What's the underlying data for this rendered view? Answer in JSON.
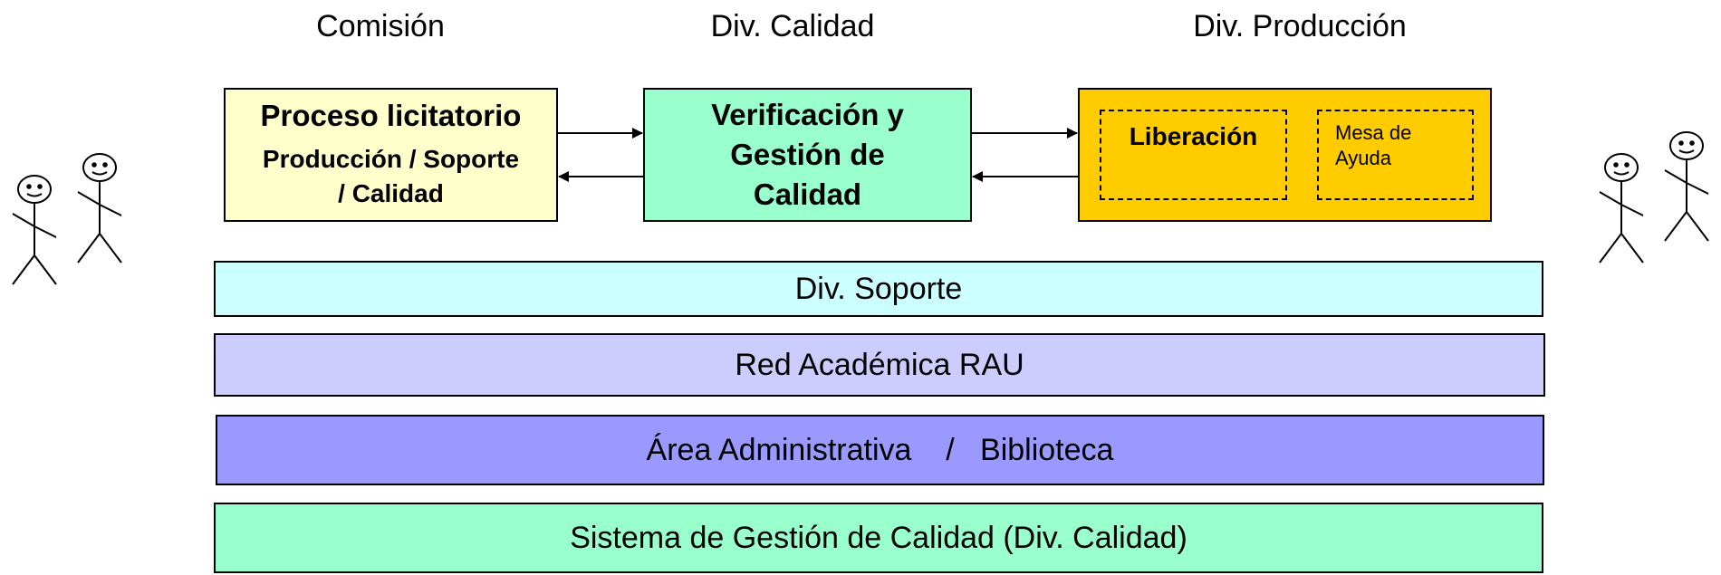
{
  "header": {
    "col1": "Comisión",
    "col2": "Div. Calidad",
    "col3": "Div. Producción"
  },
  "boxes": {
    "proceso": {
      "title": "Proceso licitatorio",
      "subtitle_line1": "Producción / Soporte",
      "subtitle_line2": "/ Calidad"
    },
    "verificacion": {
      "line1": "Verificación y",
      "line2": "Gestión de",
      "line3": "Calidad"
    },
    "produccion": {
      "liberacion": "Liberación",
      "mesa_line1": "Mesa de",
      "mesa_line2": "Ayuda"
    }
  },
  "bands": {
    "soporte": "Div. Soporte",
    "red": "Red Académica RAU",
    "area": "Área Administrativa    /   Biblioteca",
    "sistema": "Sistema de Gestión de Calidad  (Div. Calidad)"
  },
  "colors": {
    "proceso": "#FFFFCC",
    "verificacion": "#99FFCC",
    "produccion": "#FFCC00",
    "soporte": "#CCFFFF",
    "red": "#CCCCFF",
    "area": "#9999FF",
    "sistema": "#99FFCC"
  },
  "icons": {
    "stick_figure": "stick-figure-icon",
    "arrow": "arrow-icon"
  }
}
